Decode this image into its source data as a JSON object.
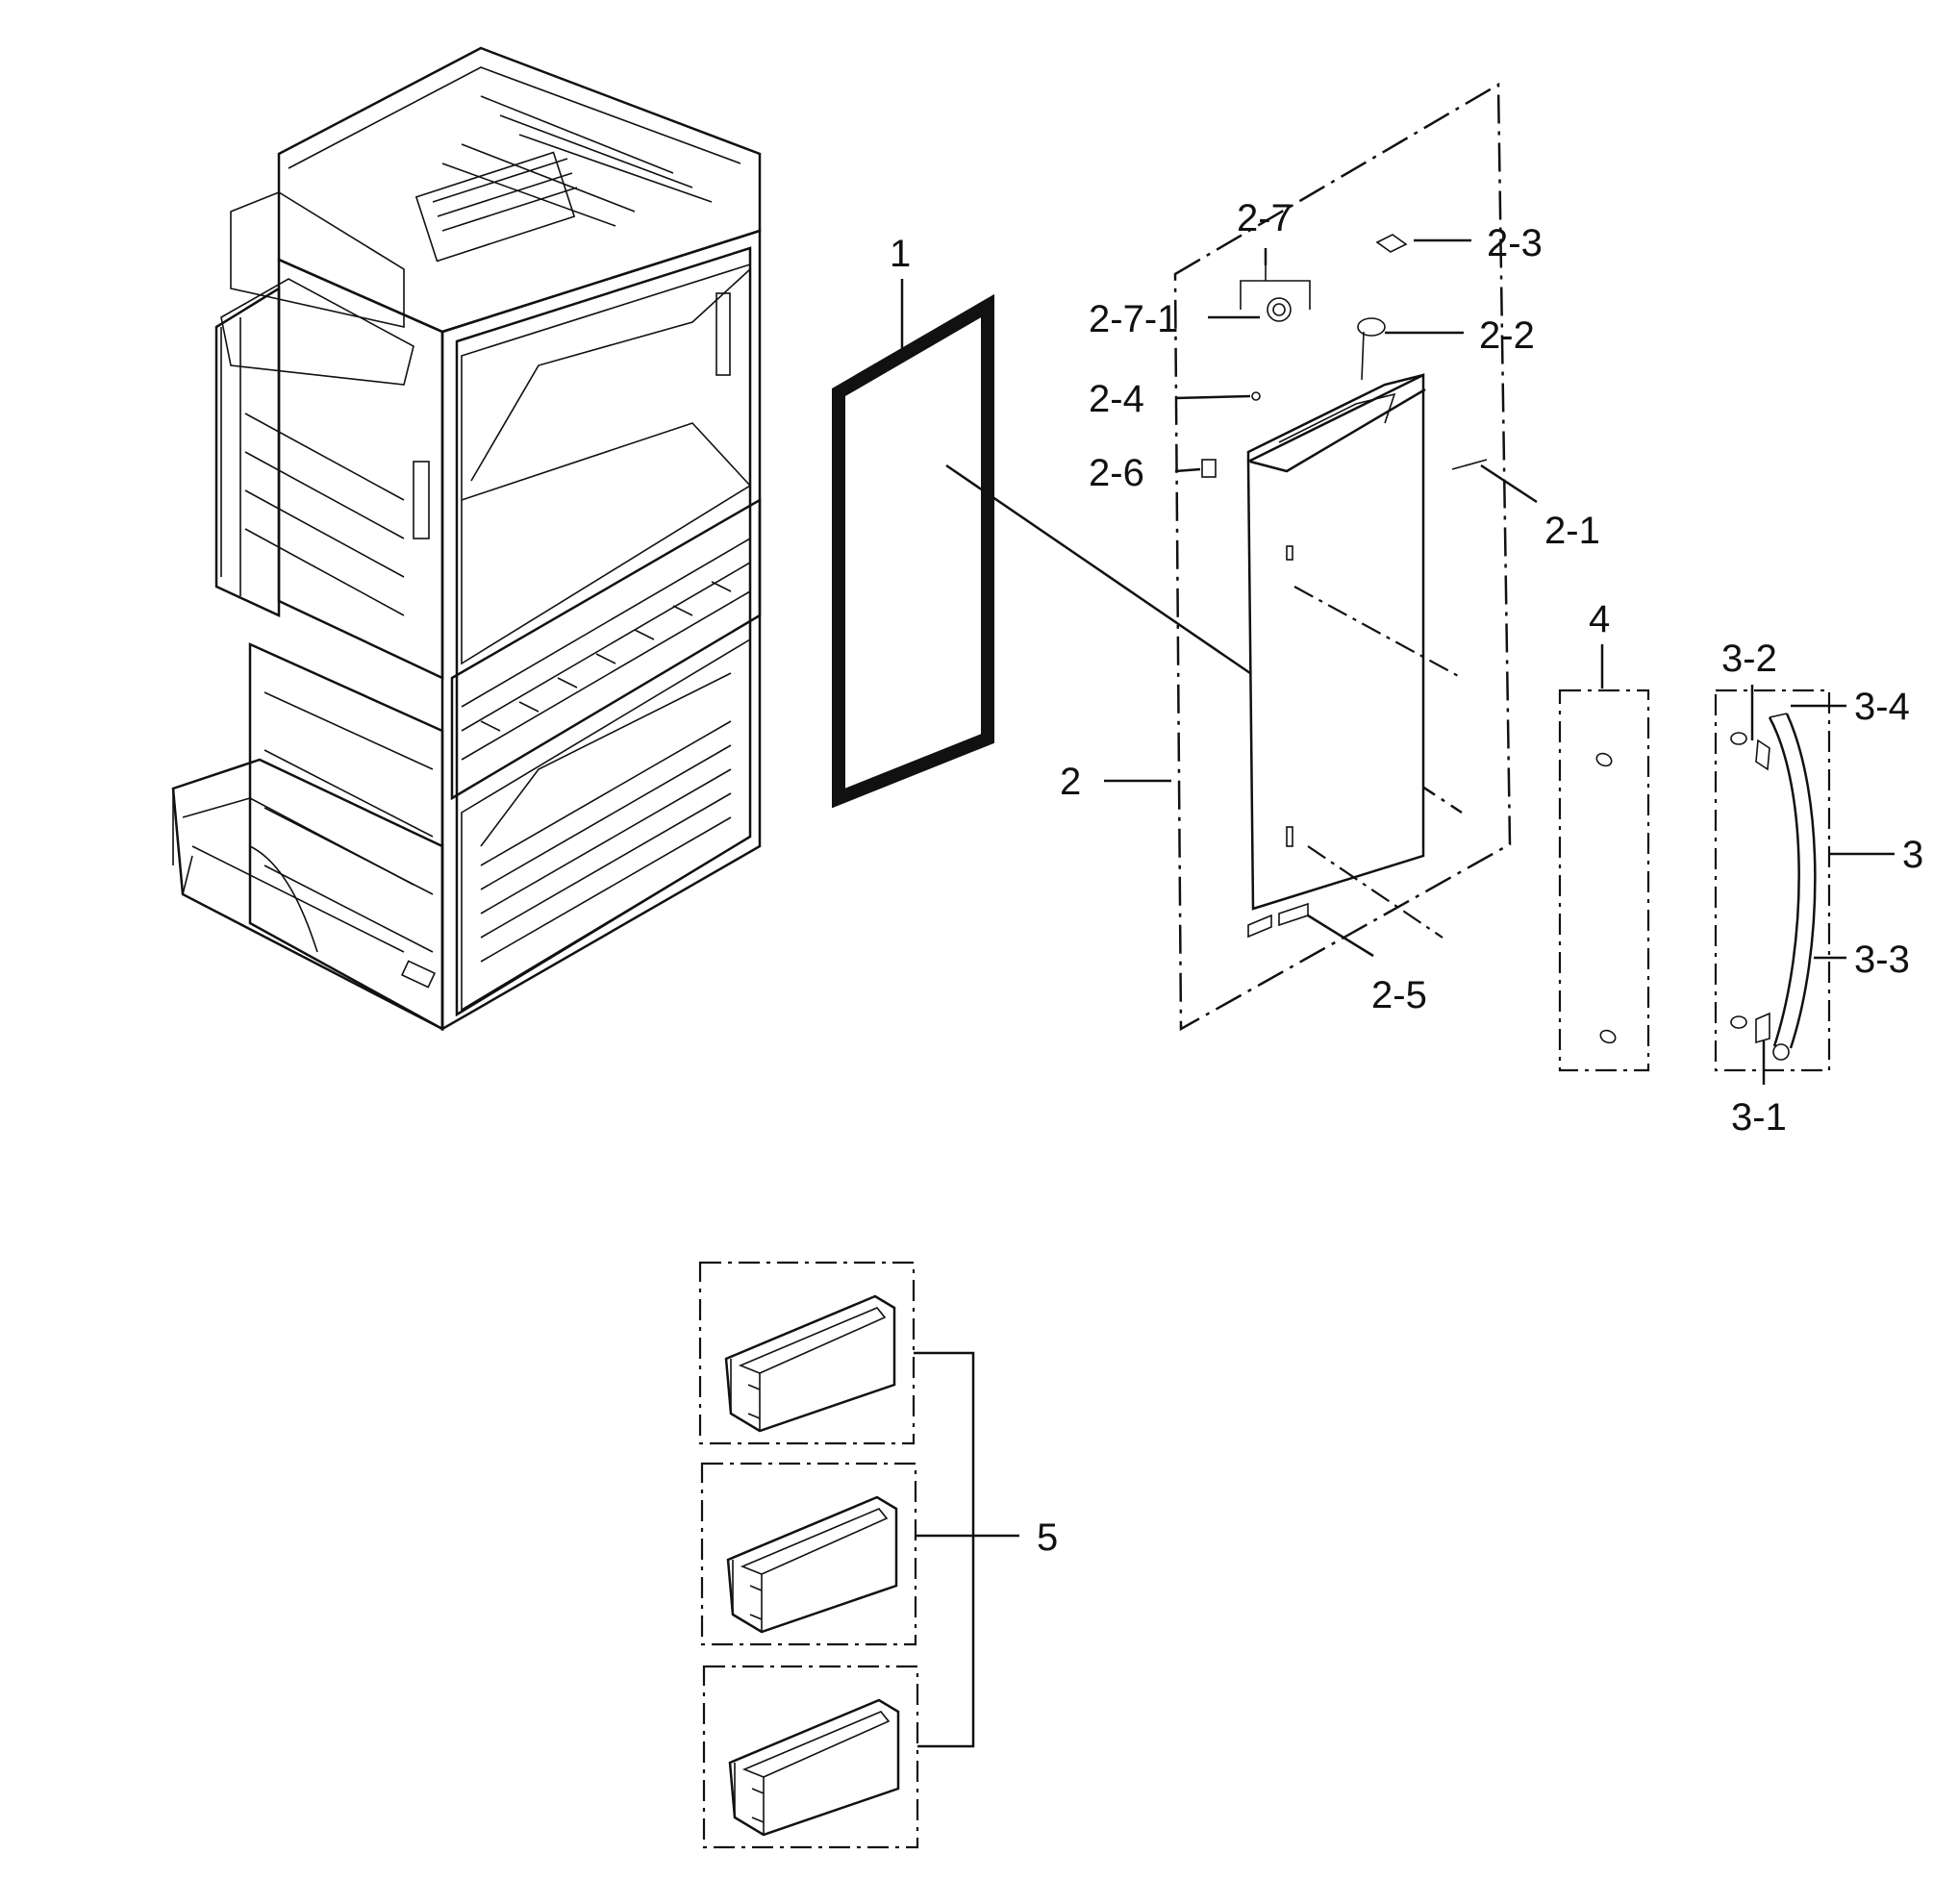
{
  "labels": {
    "p1": "1",
    "p2": "2",
    "p2_1": "2-1",
    "p2_2": "2-2",
    "p2_3": "2-3",
    "p2_4": "2-4",
    "p2_5": "2-5",
    "p2_6": "2-6",
    "p2_7": "2-7",
    "p2_7_1": "2-7-1",
    "p3": "3",
    "p3_1": "3-1",
    "p3_2": "3-2",
    "p3_3": "3-3",
    "p3_4": "3-4",
    "p4": "4",
    "p5": "5"
  },
  "colors": {
    "ink": "#111111",
    "paper": "#ffffff"
  }
}
